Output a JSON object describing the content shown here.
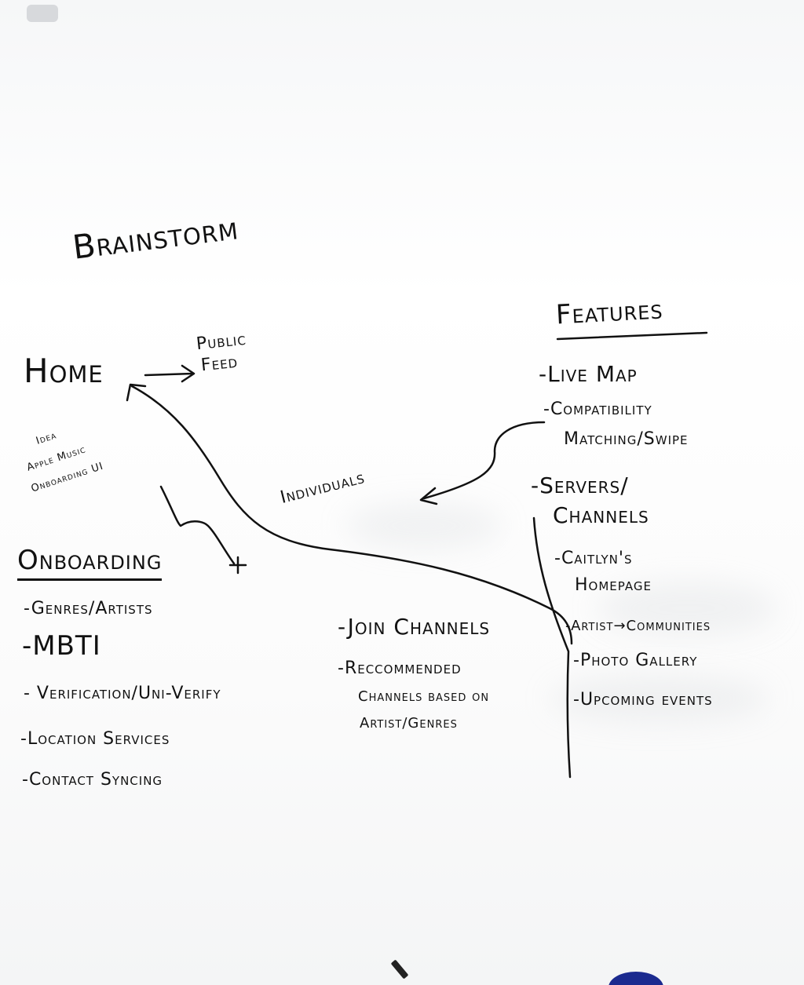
{
  "title": "Brainstorm",
  "home": {
    "label": "Home",
    "public_feed_line1": "Public",
    "public_feed_line2": "Feed"
  },
  "idea_note": {
    "line1": "Idea",
    "line2": "Apple Music",
    "line3": "Onboarding UI"
  },
  "individuals": "Individuals",
  "onboarding": {
    "heading": "Onboarding",
    "items": [
      "-Genres/Artists",
      "-MBTI",
      "- Verification/Uni-Verify",
      "-Location Services",
      "-Contact Syncing"
    ]
  },
  "channels": {
    "join": "-Join Channels",
    "recommended_line1": "-Reccommended",
    "recommended_line2": "Channels based on",
    "recommended_line3": "Artist/Genres"
  },
  "features": {
    "heading": "Features",
    "live_map": "-Live Map",
    "compat_line1": "-Compatibility",
    "compat_line2": "Matching/Swipe",
    "servers_line1": "-Servers/",
    "servers_line2": "Channels",
    "sub_items": [
      "-Caitlyn's",
      "Homepage",
      "-Artist→Communities",
      "-Photo Gallery",
      "-Upcoming events"
    ]
  },
  "colors": {
    "ink": "#111111",
    "board": "#fcfcfc"
  }
}
